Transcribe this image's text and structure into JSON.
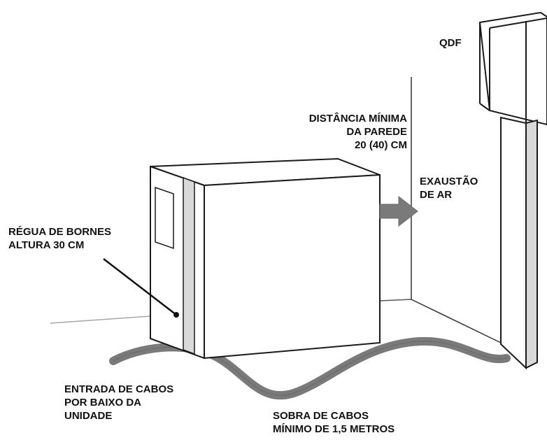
{
  "labels": {
    "qdf": "QDF",
    "wall_distance": [
      "DISTÂNCIA MÍNIMA",
      "DA PAREDE",
      "20 (40) CM"
    ],
    "exhaust": [
      "EXAUSTÃO",
      "DE AR"
    ],
    "terminal_strip": [
      "RÉGUA DE BORNES",
      "ALTURA 30 CM"
    ],
    "cable_entry": [
      "ENTRADA DE CABOS",
      "POR BAIXO DA",
      "UNIDADE"
    ],
    "cable_slack": [
      "SOBRA DE CABOS",
      "MÍNIMO DE 1,5 METROS"
    ]
  },
  "colors": {
    "outline": "#1a1a1a",
    "cable": "#7a7a7a",
    "arrow": "#7a7a7a",
    "strip": "#d9d9d9",
    "floor": "#a6a6a6"
  }
}
